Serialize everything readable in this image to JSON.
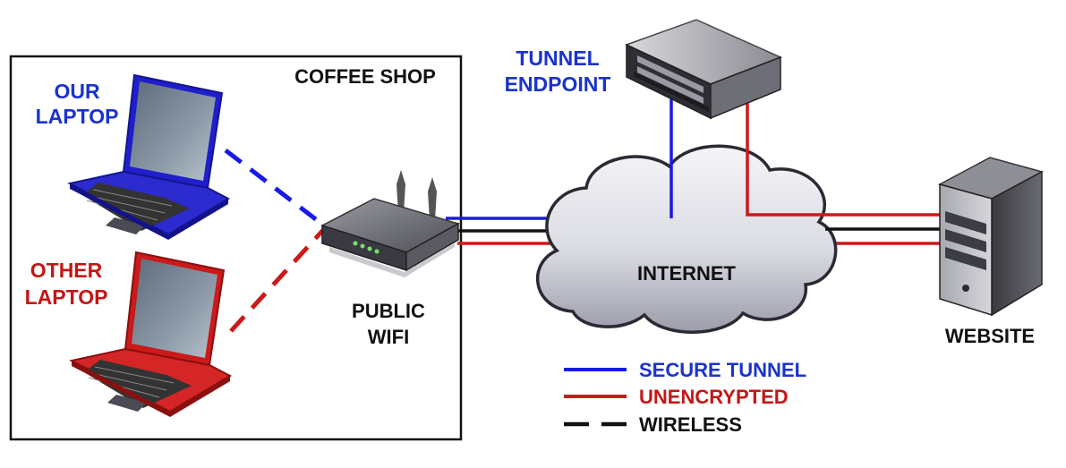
{
  "colors": {
    "secure": "#1a1ae6",
    "unencrypted": "#cc1a1a",
    "wireless": "#111111",
    "label_blue": "#1a33cc",
    "label_red": "#c41616",
    "label_black": "#111111"
  },
  "zone": {
    "label": "COFFEE SHOP"
  },
  "nodes": {
    "our_laptop": {
      "line1": "OUR",
      "line2": "LAPTOP",
      "icon": "laptop-icon"
    },
    "other_laptop": {
      "line1": "OTHER",
      "line2": "LAPTOP",
      "icon": "laptop-icon"
    },
    "public_wifi": {
      "line1": "PUBLIC",
      "line2": "WIFI",
      "icon": "router-icon"
    },
    "tunnel_endpoint": {
      "line1": "TUNNEL",
      "line2": "ENDPOINT",
      "icon": "server-rack-icon"
    },
    "internet": {
      "label": "INTERNET",
      "icon": "cloud-icon"
    },
    "website": {
      "label": "WEBSITE",
      "icon": "server-tower-icon"
    }
  },
  "legend": [
    {
      "label": "SECURE TUNNEL",
      "style": "secure"
    },
    {
      "label": "UNENCRYPTED",
      "style": "unencrypted"
    },
    {
      "label": "WIRELESS",
      "style": "wireless"
    }
  ]
}
